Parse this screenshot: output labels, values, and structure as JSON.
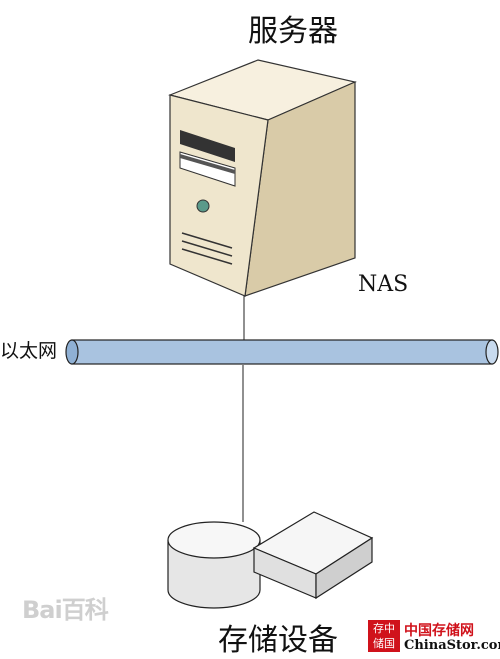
{
  "labels": {
    "server": "服务器",
    "nas": "NAS",
    "ethernet": "以太网",
    "storage": "存储设备"
  },
  "watermark": {
    "text": "Bai百科"
  },
  "logo": {
    "box_text": "存中储国",
    "chinese_name": "中国存储网",
    "domain": "ChinaStor.com"
  },
  "colors": {
    "server_body": "#eee3c8",
    "pipe": "#a9c3e0",
    "disk": "#e6e6e6",
    "logo_red": "#d0121b"
  }
}
